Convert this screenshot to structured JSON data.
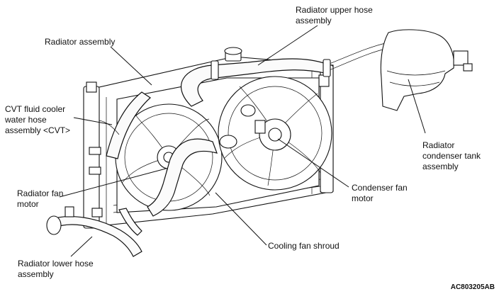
{
  "labels": {
    "radiator_upper_hose": [
      "Radiator upper hose",
      "assembly"
    ],
    "radiator_assembly": [
      "Radiator assembly"
    ],
    "cvt_hose": [
      "CVT fluid cooler",
      "water hose",
      "assembly <CVT>"
    ],
    "radiator_condenser_tank": [
      "Radiator",
      "condenser tank",
      "assembly"
    ],
    "radiator_fan_motor": [
      "Radiator fan",
      "motor"
    ],
    "condenser_fan_motor": [
      "Condenser fan",
      "motor"
    ],
    "cooling_fan_shroud": [
      "Cooling fan shroud"
    ],
    "radiator_lower_hose": [
      "Radiator lower hose",
      "assembly"
    ]
  },
  "figure_code": "AC803205AB"
}
